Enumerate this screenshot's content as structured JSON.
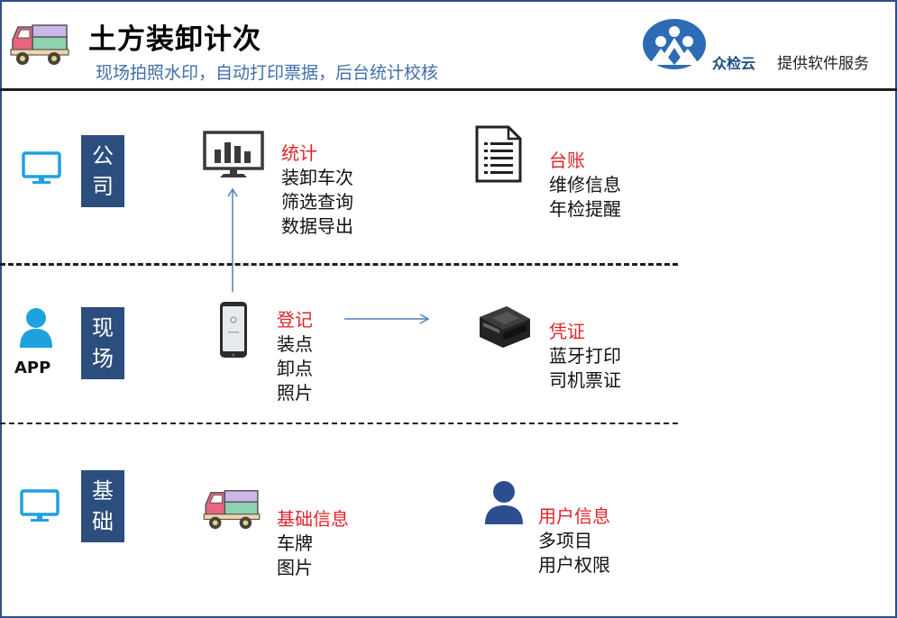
{
  "header": {
    "title": "土方装卸计次",
    "subtitle": "现场拍照水印，自动打印票据，后台统计校核",
    "brand_name": "众检云",
    "brand_tagline": "提供软件服务"
  },
  "rows": [
    {
      "tag_chars": [
        "公",
        "司"
      ],
      "icon": "monitor-icon"
    },
    {
      "tag_chars": [
        "现",
        "场"
      ],
      "icon": "user-icon",
      "icon_label": "APP"
    },
    {
      "tag_chars": [
        "基",
        "础"
      ],
      "icon": "monitor-icon"
    }
  ],
  "features": {
    "stats": {
      "title": "统计",
      "items": [
        "装卸车次",
        "筛选查询",
        "数据导出"
      ],
      "icon": "dashboard-monitor-icon"
    },
    "ledger": {
      "title": "台账",
      "items": [
        "维修信息",
        "年检提醒"
      ],
      "icon": "document-icon"
    },
    "register": {
      "title": "登记",
      "items": [
        "装点",
        "卸点",
        "照片"
      ],
      "icon": "smartphone-icon"
    },
    "voucher": {
      "title": "凭证",
      "items": [
        "蓝牙打印",
        "司机票证"
      ],
      "icon": "receipt-printer-icon"
    },
    "basic_info": {
      "title": "基础信息",
      "items": [
        "车牌",
        "图片"
      ],
      "icon": "truck-icon"
    },
    "user_info": {
      "title": "用户信息",
      "items": [
        "多项目",
        "用户权限"
      ],
      "icon": "user-icon"
    }
  },
  "colors": {
    "accent_red": "#e0242a",
    "tag_navy": "#2c4e7e",
    "subtitle_blue": "#3f6fa8",
    "monitor_cyan": "#1ea1df",
    "arrow_blue": "#4f81bd"
  }
}
